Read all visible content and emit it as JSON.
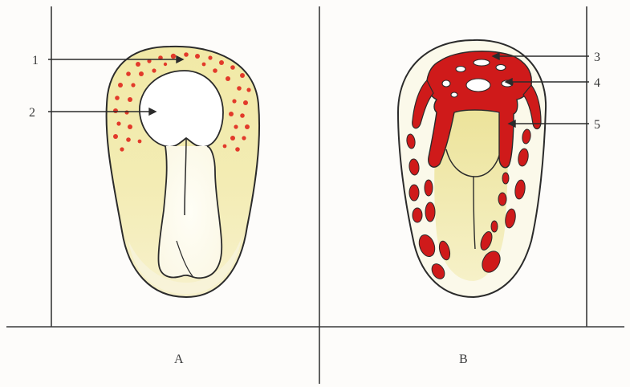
{
  "panels": [
    {
      "letter": "A"
    },
    {
      "letter": "B"
    }
  ],
  "callouts": [
    {
      "number": "1"
    },
    {
      "number": "2"
    },
    {
      "number": "3"
    },
    {
      "number": "4"
    },
    {
      "number": "5"
    }
  ],
  "colors": {
    "ink": "#2b2b2b",
    "yolk_yellow": "#eee6a0",
    "pale_cream": "#fbf9ea",
    "red_tissue": "#cf1a1a",
    "red_dots": "#e23a2a"
  }
}
